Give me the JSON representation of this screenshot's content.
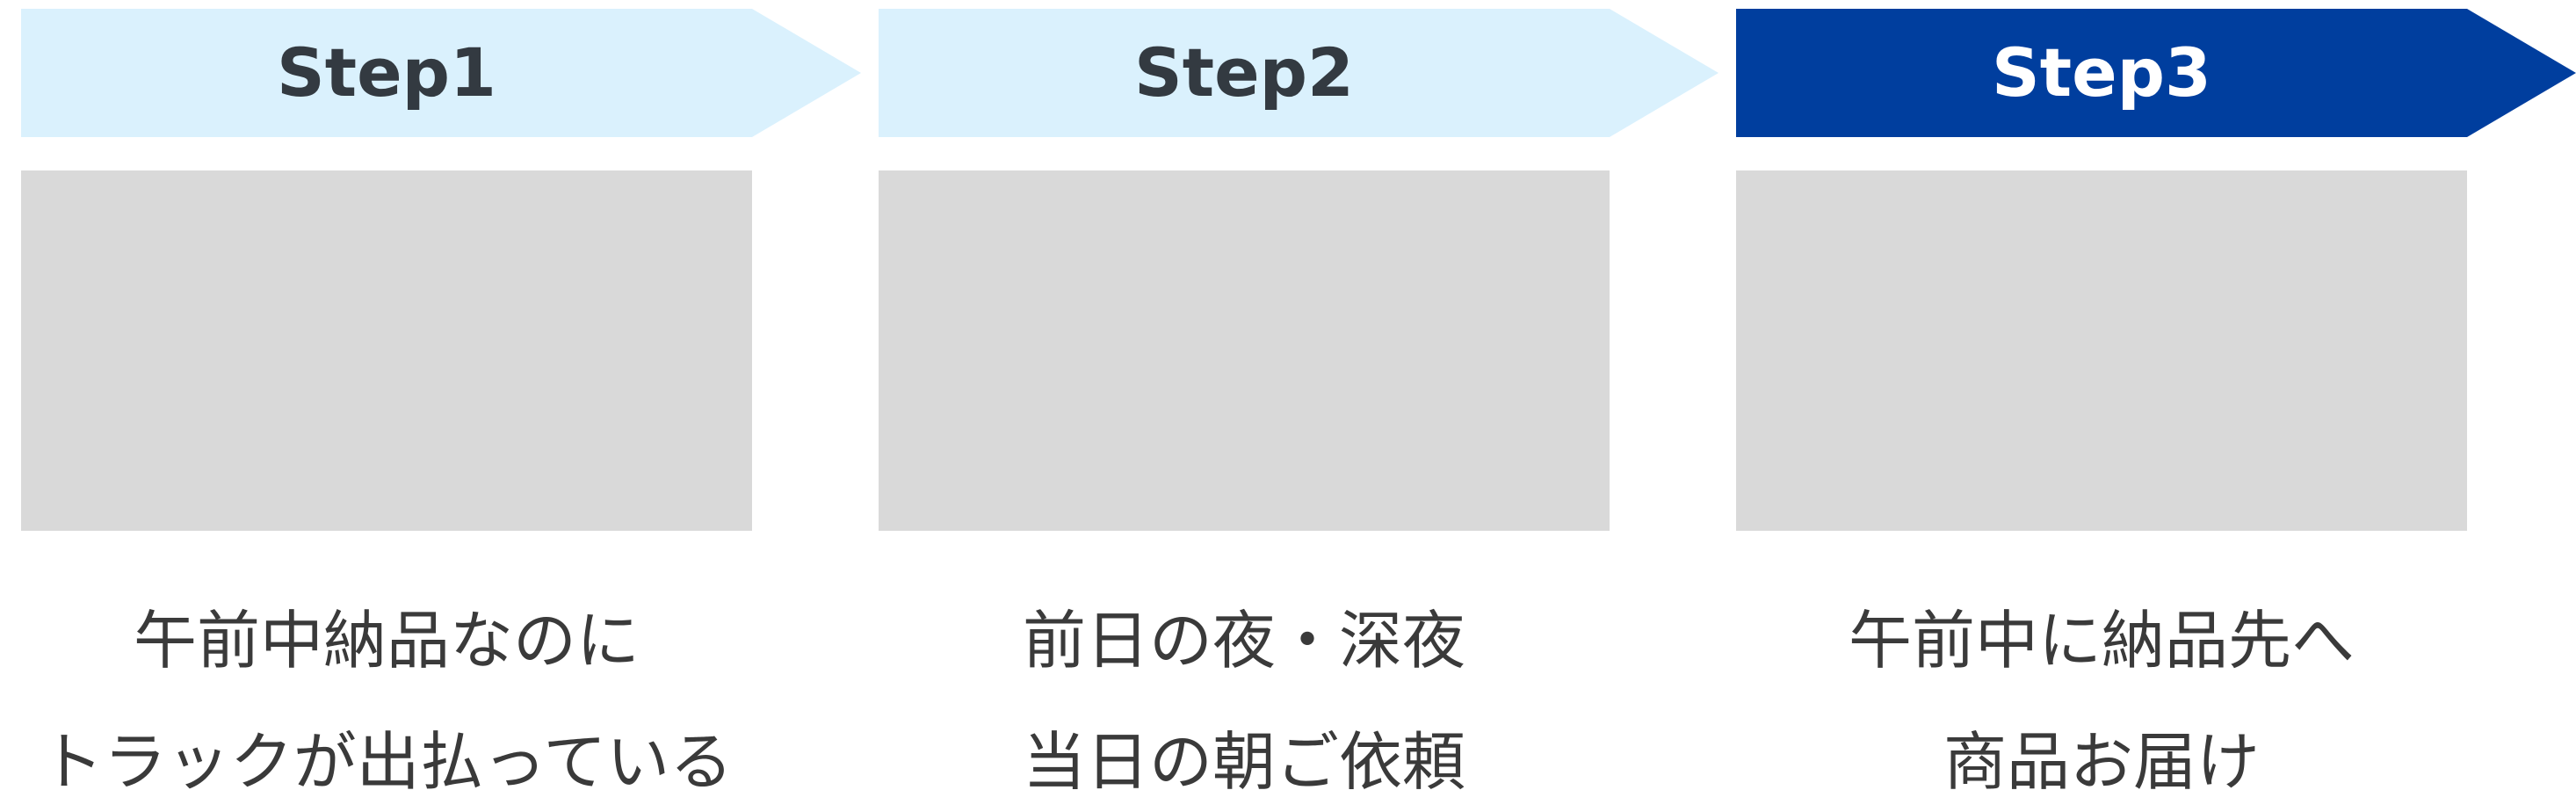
{
  "colors": {
    "inactive_step": "#daf1fd",
    "active_step": "#003e9e",
    "placeholder": "#d9d9d9",
    "step_text": "#333a41",
    "active_step_text": "#ffffff",
    "caption_text": "#3a3a3a"
  },
  "steps": [
    {
      "label": "Step1",
      "active": false,
      "caption_lines": [
        "午前中納品なのに",
        "トラックが出払っている"
      ]
    },
    {
      "label": "Step2",
      "active": false,
      "caption_lines": [
        "前日の夜・深夜",
        "当日の朝ご依頼"
      ]
    },
    {
      "label": "Step3",
      "active": true,
      "caption_lines": [
        "午前中に納品先へ",
        "商品お届け"
      ]
    }
  ]
}
